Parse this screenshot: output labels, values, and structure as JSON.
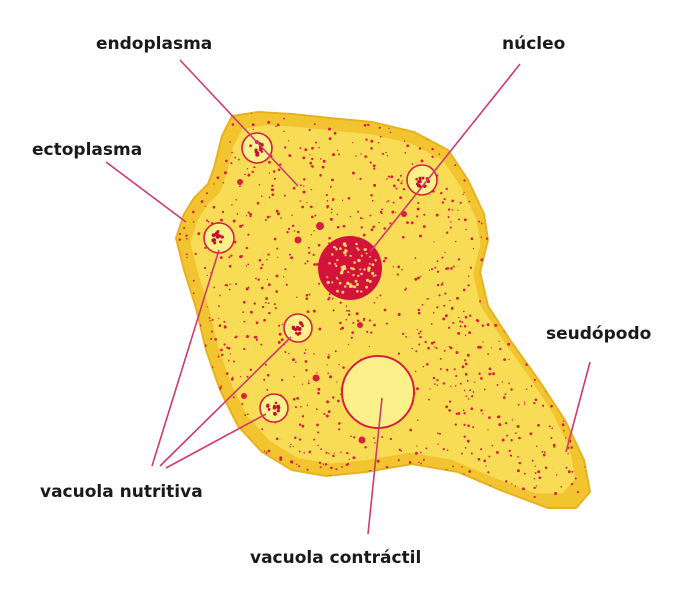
{
  "labels": {
    "endoplasma": "endoplasma",
    "nucleo": "núcleo",
    "ectoplasma": "ectoplasma",
    "seudopodo": "seudópodo",
    "vacuola_nutritiva": "vacuola nutritiva",
    "vacuola_contractil": "vacuola contráctil"
  },
  "colors": {
    "cytoplasm": "#f9dc55",
    "ectoplasm_edge": "#f2c530",
    "dots": "#d8203e",
    "nucleus": "#d4133a",
    "nucleus_dots": "#fbd86b",
    "vacuole": "#fcf08a",
    "leader_lines": "#d23a6a",
    "text": "#1a1a1a"
  }
}
